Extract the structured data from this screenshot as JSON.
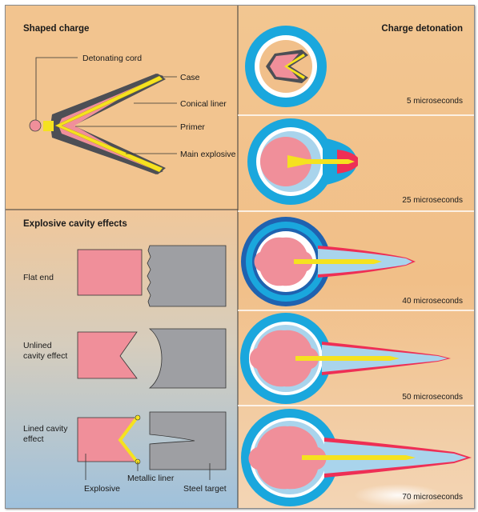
{
  "shaped_charge": {
    "title": "Shaped charge",
    "labels": {
      "detonating_cord": "Detonating cord",
      "case": "Case",
      "conical_liner": "Conical liner",
      "primer": "Primer",
      "main_explosive": "Main explosive"
    }
  },
  "charge_detonation": {
    "title": "Charge detonation",
    "frames": [
      {
        "time": "5 microseconds"
      },
      {
        "time": "25 microseconds"
      },
      {
        "time": "40 microseconds"
      },
      {
        "time": "50 microseconds"
      },
      {
        "time": "70 microseconds"
      }
    ]
  },
  "cavity_effects": {
    "title": "Explosive cavity effects",
    "rows": [
      {
        "label_line1": "Flat end",
        "label_line2": ""
      },
      {
        "label_line1": "Unlined",
        "label_line2": "cavity effect"
      },
      {
        "label_line1": "Lined cavity",
        "label_line2": "effect"
      }
    ],
    "bottom_labels": {
      "explosive": "Explosive",
      "metallic_liner": "Metallic liner",
      "steel_target": "Steel target"
    }
  },
  "colors": {
    "panel_top": "#f2c48f",
    "panel_bottom": "#a9c6dd",
    "explosive": "#f08f9a",
    "case": "#4d4f55",
    "liner": "#f5e21f",
    "ring": "#1aa7dd",
    "target": "#9e9fa3"
  }
}
